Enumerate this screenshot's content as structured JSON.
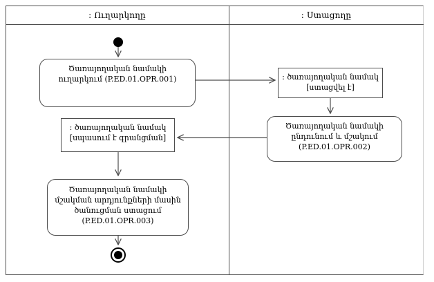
{
  "colors": {
    "line": "#4d4d4d",
    "text": "#000000",
    "background": "#ffffff"
  },
  "diagram": {
    "type": "uml-activity-swimlane",
    "lanes": [
      {
        "title": ": Ուղարկողը"
      },
      {
        "title": ": Ստացողը"
      }
    ],
    "activities": [
      {
        "id": "opr1",
        "label": "Ծառայողական նամակի ուղարկում (P.ED.01.OPR.001)"
      },
      {
        "id": "opr2",
        "label": "Ծառայողական նամակի ընդունում և մշակում (P.ED.01.OPR.002)"
      },
      {
        "id": "opr3",
        "label": "Ծառայողական նամակի մշակման արդյունքների մասին ծանուցման ստացում (P.ED.01.OPR.003)"
      }
    ],
    "objects": [
      {
        "id": "received",
        "name": ": ծառայողական նամակ",
        "state": "[ստացվել է]"
      },
      {
        "id": "awaiting",
        "name": ": ծառայողական նամակ",
        "state": "[սպասում է գրանցման]"
      }
    ]
  }
}
